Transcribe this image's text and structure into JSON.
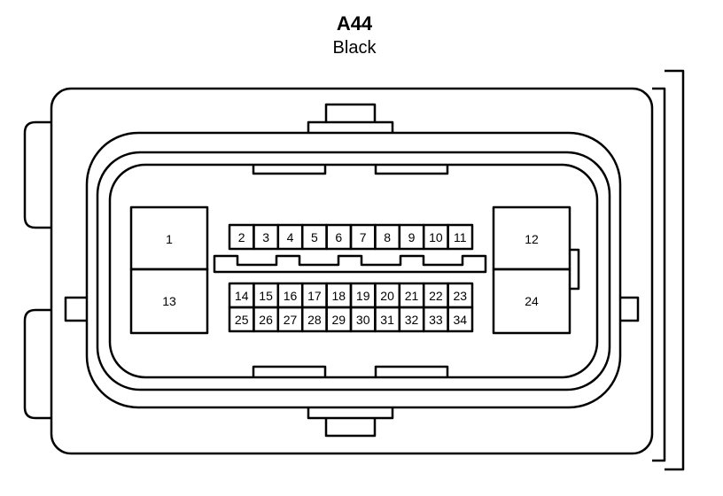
{
  "connector": {
    "id": "A44",
    "color": "Black"
  },
  "pins": {
    "large": [
      "1",
      "12",
      "13",
      "24"
    ],
    "row_top": [
      "2",
      "3",
      "4",
      "5",
      "6",
      "7",
      "8",
      "9",
      "10",
      "11"
    ],
    "row_mid": [
      "14",
      "15",
      "16",
      "17",
      "18",
      "19",
      "20",
      "21",
      "22",
      "23"
    ],
    "row_bot": [
      "25",
      "26",
      "27",
      "28",
      "29",
      "30",
      "31",
      "32",
      "33",
      "34"
    ]
  }
}
